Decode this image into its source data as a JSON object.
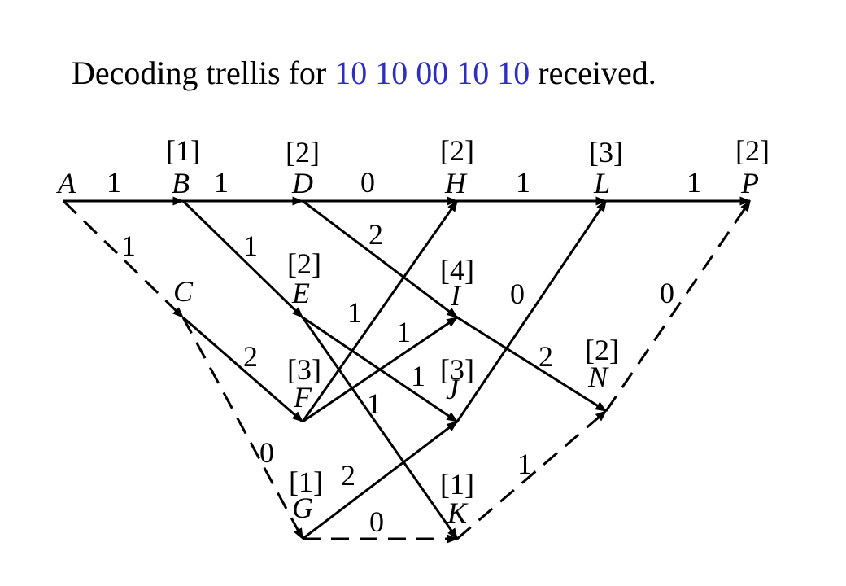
{
  "title": {
    "prefix": "Decoding trellis for ",
    "sequence": "10 10 00 10 10",
    "suffix": " received."
  },
  "colors": {
    "sequence": "#2e2ebf",
    "ink": "#000000"
  },
  "nodes": [
    {
      "id": "A",
      "label": "A",
      "metric": ""
    },
    {
      "id": "B",
      "label": "B",
      "metric": "[1]"
    },
    {
      "id": "C",
      "label": "C",
      "metric": ""
    },
    {
      "id": "D",
      "label": "D",
      "metric": "[2]"
    },
    {
      "id": "E",
      "label": "E",
      "metric": "[2]"
    },
    {
      "id": "F",
      "label": "F",
      "metric": "[3]"
    },
    {
      "id": "G",
      "label": "G",
      "metric": "[1]"
    },
    {
      "id": "H",
      "label": "H",
      "metric": "[2]"
    },
    {
      "id": "I",
      "label": "I",
      "metric": "[4]"
    },
    {
      "id": "J",
      "label": "J",
      "metric": "[3]"
    },
    {
      "id": "K",
      "label": "K",
      "metric": "[1]"
    },
    {
      "id": "L",
      "label": "L",
      "metric": "[3]"
    },
    {
      "id": "N",
      "label": "N",
      "metric": "[2]"
    },
    {
      "id": "P",
      "label": "P",
      "metric": "[2]"
    }
  ],
  "edges": [
    {
      "from": "A",
      "to": "B",
      "weight": "1",
      "style": "solid"
    },
    {
      "from": "A",
      "to": "C",
      "weight": "1",
      "style": "dashed"
    },
    {
      "from": "B",
      "to": "D",
      "weight": "1",
      "style": "solid"
    },
    {
      "from": "B",
      "to": "E",
      "weight": "1",
      "style": "solid"
    },
    {
      "from": "C",
      "to": "F",
      "weight": "2",
      "style": "solid"
    },
    {
      "from": "C",
      "to": "G",
      "weight": "0",
      "style": "dashed"
    },
    {
      "from": "D",
      "to": "H",
      "weight": "0",
      "style": "solid"
    },
    {
      "from": "D",
      "to": "I",
      "weight": "2",
      "style": "solid"
    },
    {
      "from": "E",
      "to": "J",
      "weight": "1",
      "style": "solid"
    },
    {
      "from": "E",
      "to": "K",
      "weight": "1",
      "style": "solid"
    },
    {
      "from": "F",
      "to": "H",
      "weight": "1",
      "style": "solid"
    },
    {
      "from": "F",
      "to": "I",
      "weight": "1",
      "style": "solid"
    },
    {
      "from": "G",
      "to": "J",
      "weight": "2",
      "style": "solid"
    },
    {
      "from": "G",
      "to": "K",
      "weight": "0",
      "style": "dashed"
    },
    {
      "from": "H",
      "to": "L",
      "weight": "1",
      "style": "solid"
    },
    {
      "from": "I",
      "to": "N",
      "weight": "2",
      "style": "solid"
    },
    {
      "from": "J",
      "to": "L",
      "weight": "0",
      "style": "solid"
    },
    {
      "from": "K",
      "to": "N",
      "weight": "1",
      "style": "dashed"
    },
    {
      "from": "L",
      "to": "P",
      "weight": "1",
      "style": "solid"
    },
    {
      "from": "N",
      "to": "P",
      "weight": "0",
      "style": "dashed"
    }
  ]
}
